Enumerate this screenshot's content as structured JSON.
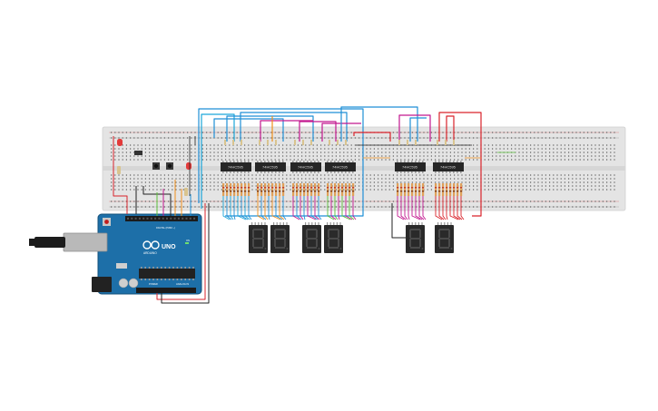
{
  "board": {
    "logo_label": "ARDUINO",
    "model_label": "UNO",
    "header_digital_label": "DIGITAL (PWM ~)",
    "header_power_label": "POWER",
    "header_analog_label": "ANALOG IN",
    "on_label": "ON"
  },
  "chips": [
    {
      "label": "74HC595"
    },
    {
      "label": "74HC595"
    },
    {
      "label": "74HC595"
    },
    {
      "label": "74HC595"
    },
    {
      "label": "74HC595"
    },
    {
      "label": "74HC595"
    }
  ],
  "displays": [
    {
      "digit": "8."
    },
    {
      "digit": "8."
    },
    {
      "digit": "8."
    },
    {
      "digit": "8."
    },
    {
      "digit": "8."
    },
    {
      "digit": "8."
    }
  ],
  "colors": {
    "wire_blue": "#1f8fd6",
    "wire_cyan": "#1aa6d9",
    "wire_red": "#d9232b",
    "wire_magenta": "#c2188f",
    "wire_orange": "#f0901c",
    "wire_green": "#5bbf3a",
    "wire_black": "#222222",
    "board_blue": "#1d6fa8",
    "breadboard": "#e3e3e3"
  }
}
